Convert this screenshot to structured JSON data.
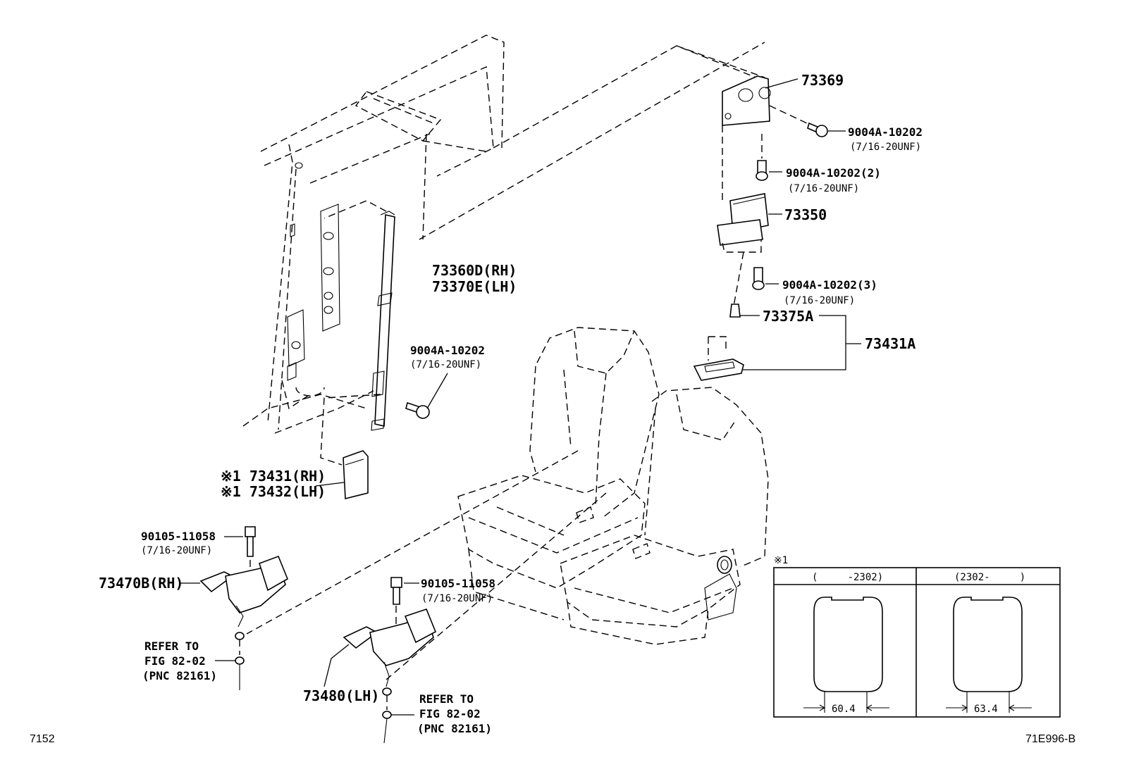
{
  "diagram_labels": {
    "p73369": "73369",
    "bolt_top": "9004A-10202",
    "bolt_top_thread": "(7/16-20UNF)",
    "bolt_2": "9004A-10202(2)",
    "bolt_2_thread": "(7/16-20UNF)",
    "p73350": "73350",
    "bolt_3": "9004A-10202(3)",
    "bolt_3_thread": "(7/16-20UNF)",
    "p73375a": "73375A",
    "p73431a": "73431A",
    "p73360d": "73360D(RH)",
    "p73370e": "73370E(LH)",
    "bolt_mid": "9004A-10202",
    "bolt_mid_thread": "(7/16-20UNF)",
    "p73431": "※1 73431(RH)",
    "p73432": "※1 73432(LH)",
    "bolt_90105_left": "90105-11058",
    "bolt_90105_left_thread": "(7/16-20UNF)",
    "p73470b": "73470B(RH)",
    "refer_left_1": "REFER TO",
    "refer_left_2": "FIG 82-02",
    "refer_left_3": "(PNC 82161)",
    "bolt_90105_right": "90105-11058",
    "bolt_90105_right_thread": "(7/16-20UNF)",
    "p73480": "73480(LH)",
    "refer_right_1": "REFER TO",
    "refer_right_2": "FIG 82-02",
    "refer_right_3": "(PNC 82161)"
  },
  "inset": {
    "note_mark": "※1",
    "col_left_header": "(     -2302)",
    "col_right_header": "(2302-     )",
    "dim_left": "60.4",
    "dim_right": "63.4"
  },
  "footer": {
    "page_code": "7152",
    "illustration_code": "71E996-B"
  }
}
